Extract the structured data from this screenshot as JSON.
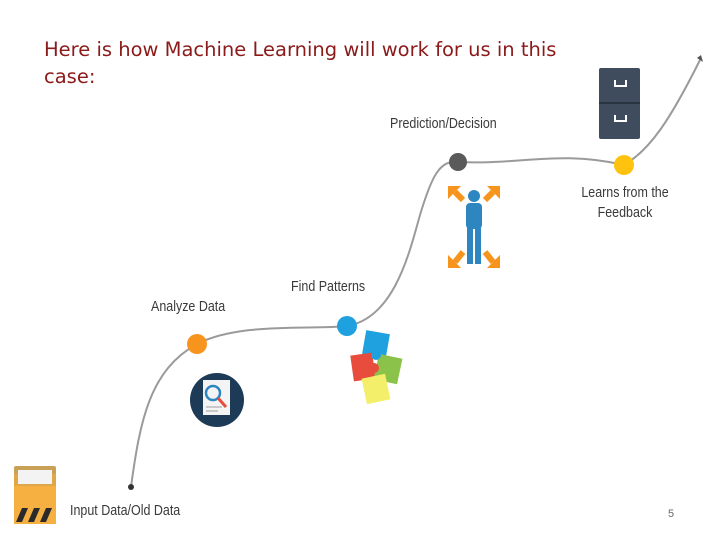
{
  "slide": {
    "heading": "Here is how Machine Learning will work for us in this case:",
    "page_number": "5"
  },
  "diagram": {
    "steps": [
      {
        "label": "Input Data/Old Data",
        "icon": "folder-icon"
      },
      {
        "label": "Analyze Data",
        "icon": "document-search-icon"
      },
      {
        "label": "Find Patterns",
        "icon": "puzzle-icon"
      },
      {
        "label": "Prediction/Decision",
        "icon": "decision-arrows-icon"
      },
      {
        "label": "Learns from the Feedback",
        "icon": "filing-cabinet-icon"
      }
    ],
    "colors": {
      "path": "#9a9a9a",
      "analyze_node": "#f7941d",
      "patterns_node": "#1fa1e0",
      "prediction_node": "#5a5a5a",
      "feedback_node": "#ffc20e",
      "heading": "#8b1a1a"
    }
  }
}
